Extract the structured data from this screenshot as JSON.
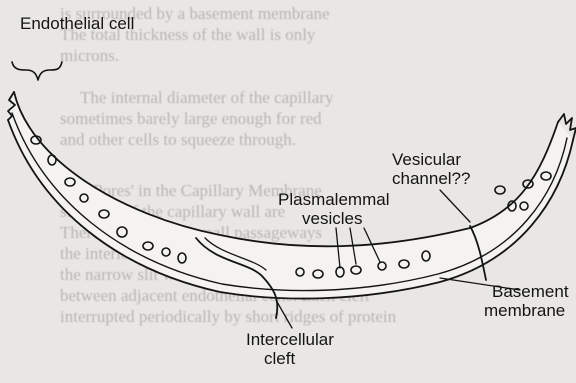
{
  "labels": {
    "endothelial_cell": "Endothelial cell",
    "vesicular_channel_1": "Vesicular",
    "vesicular_channel_2": "channel??",
    "plasmalemmal_1": "Plasmalemmal",
    "plasmalemmal_2": "vesicles",
    "basement_1": "Basement",
    "basement_2": "membrane",
    "intercellular_1": "Intercellular",
    "intercellular_2": "cleft"
  },
  "background_text": [
    "is surrounded by a basement membrane",
    "The total thickness of the wall is only",
    "microns.",
    "The internal diameter of the capillary",
    "sometimes barely large enough for red",
    "and other cells to squeeze through.",
    "'Pores' in the Capillary Membrane",
    "structure of the capillary wall are",
    "There are two very small passageways",
    "the interior. One is the intercellular",
    "the narrow slit which is the thin",
    "between adjacent endothelial cells. Each cleft",
    "interrupted periodically by short ridges of protein"
  ],
  "colors": {
    "ink": "#141414",
    "paper": "#e9e7e4",
    "faint_text": "#8f8c88"
  }
}
